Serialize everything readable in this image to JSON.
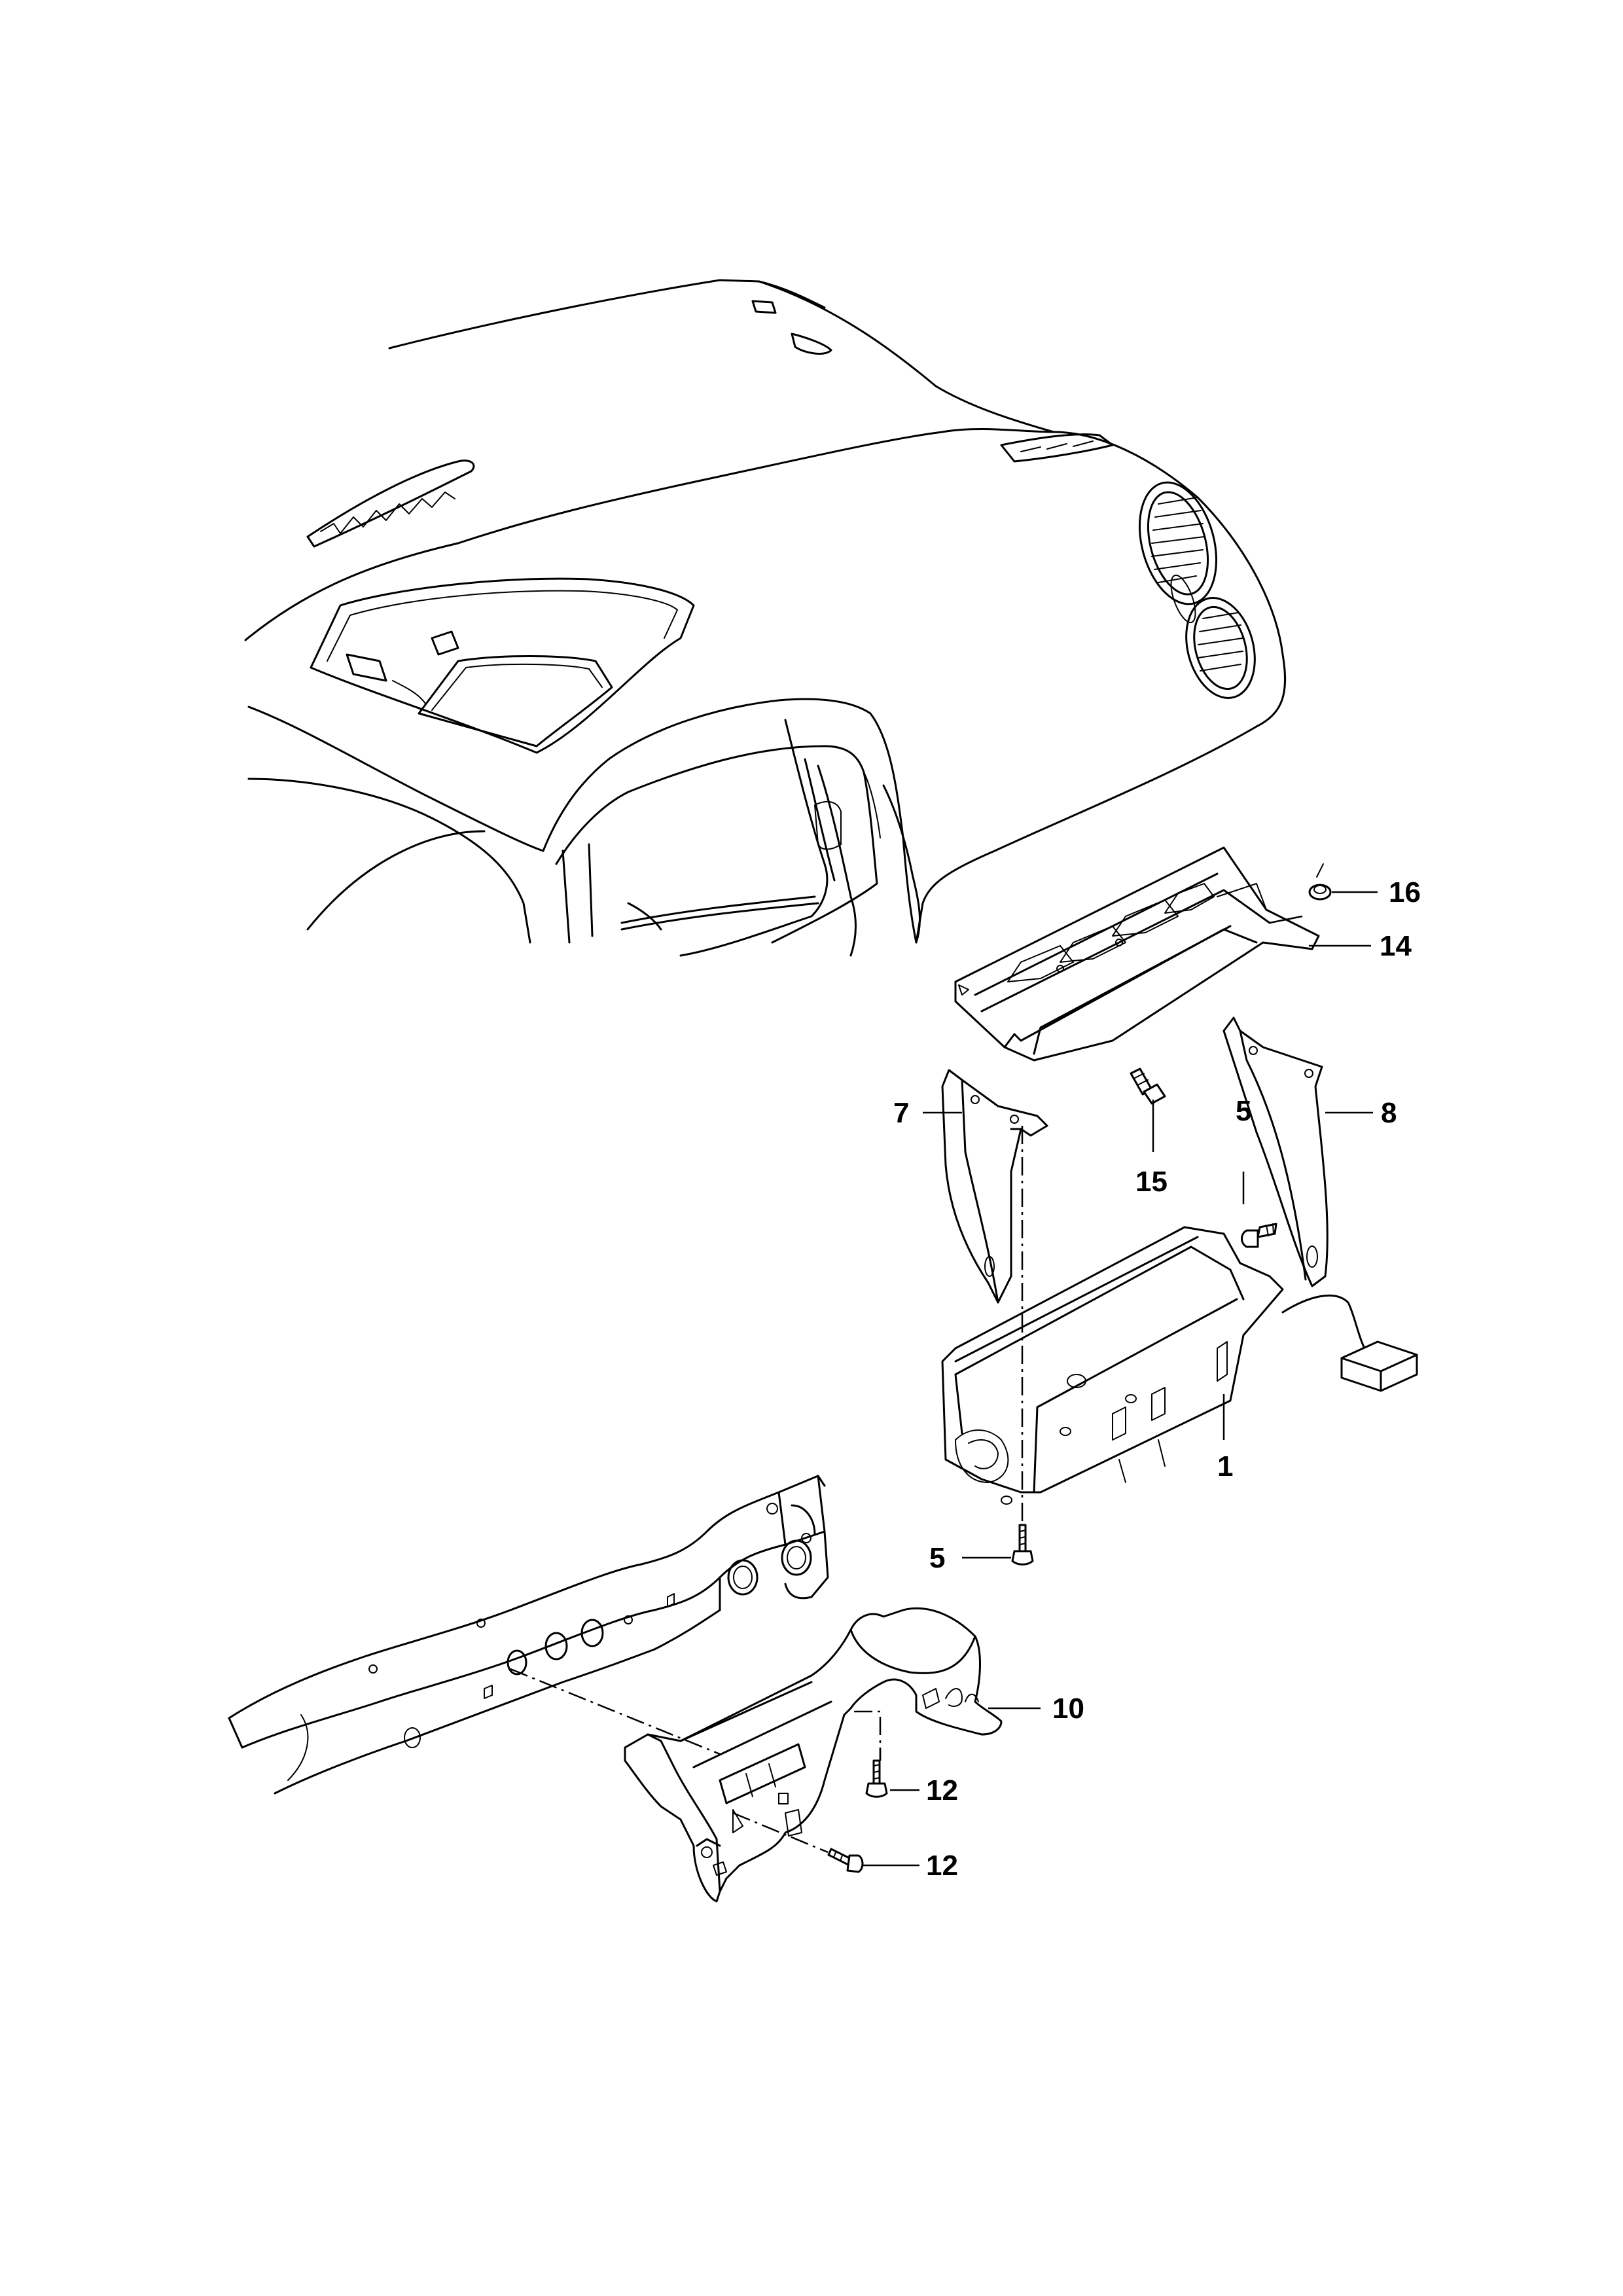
{
  "callouts": {
    "c16": "16",
    "c14": "14",
    "c8": "8",
    "c5_upper": "5",
    "c15": "15",
    "c7": "7",
    "c1": "1",
    "c5_lower": "5",
    "c10": "10",
    "c12_upper": "12",
    "c12_lower": "12"
  }
}
